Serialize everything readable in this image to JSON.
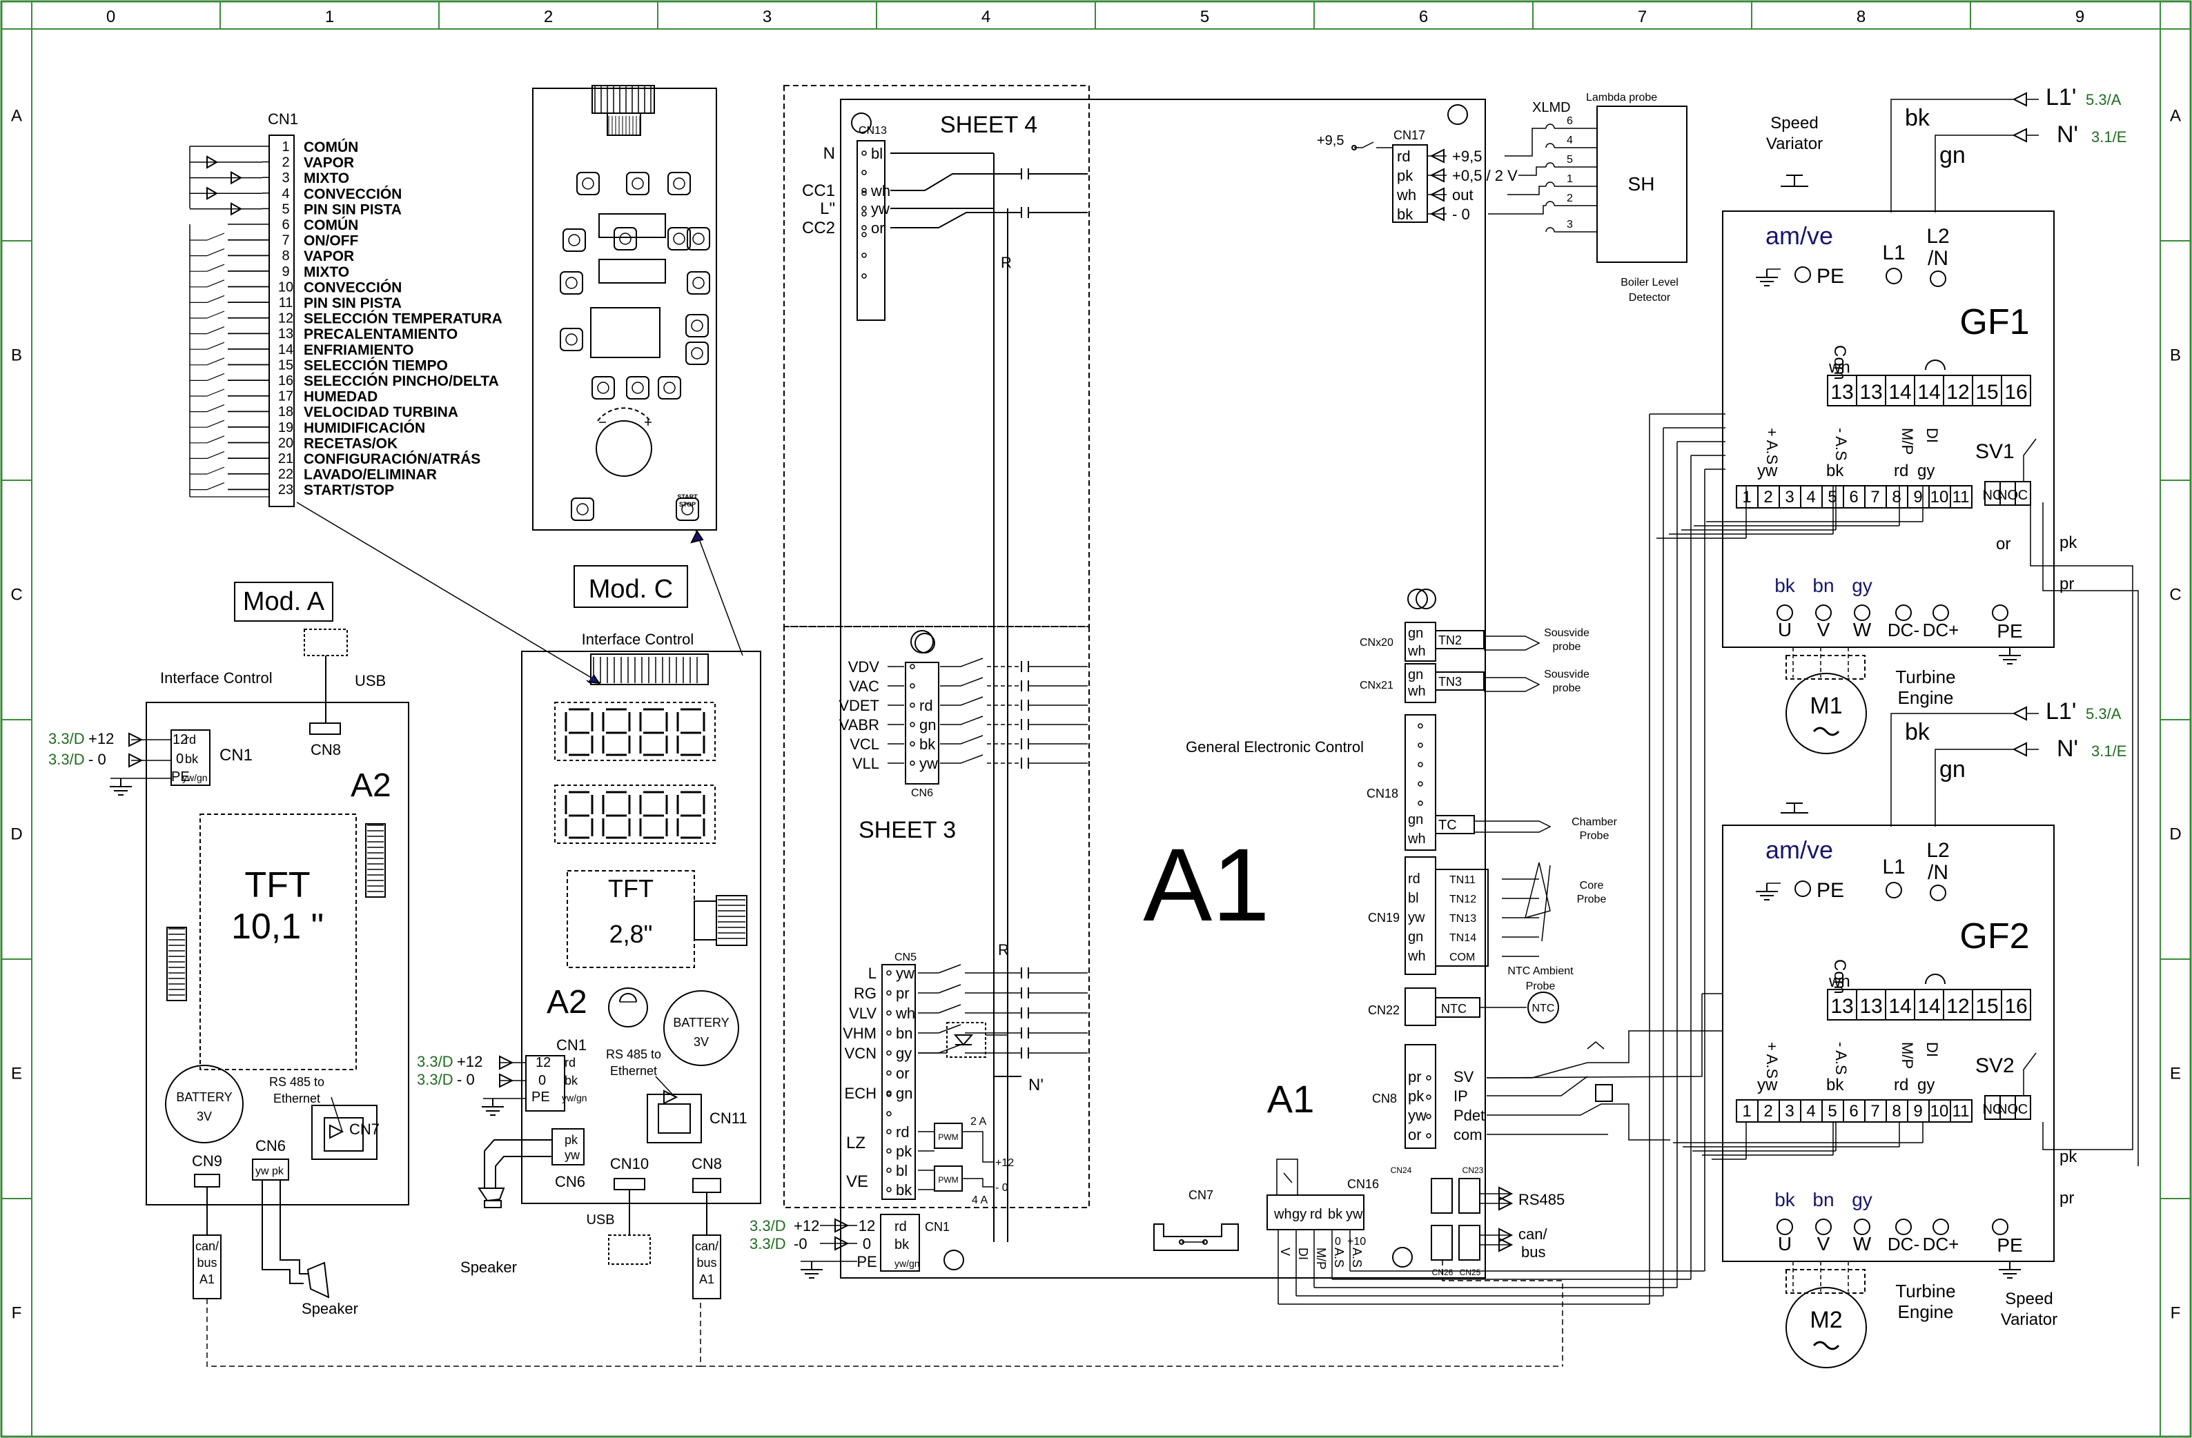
{
  "frame": {
    "cols": [
      "0",
      "1",
      "2",
      "3",
      "4",
      "5",
      "6",
      "7",
      "8",
      "9"
    ],
    "rows": [
      "A",
      "B",
      "C",
      "D",
      "E",
      "F"
    ]
  },
  "left_panel": {
    "cn1_title": "CN1",
    "pins": [
      {
        "n": "1",
        "label": "COMÚN"
      },
      {
        "n": "2",
        "label": "VAPOR"
      },
      {
        "n": "3",
        "label": "MIXTO"
      },
      {
        "n": "4",
        "label": "CONVECCIÓN"
      },
      {
        "n": "5",
        "label": "PIN SIN PISTA"
      },
      {
        "n": "6",
        "label": "COMÚN"
      },
      {
        "n": "7",
        "label": "ON/OFF"
      },
      {
        "n": "8",
        "label": "VAPOR"
      },
      {
        "n": "9",
        "label": "MIXTO"
      },
      {
        "n": "10",
        "label": "CONVECCIÓN"
      },
      {
        "n": "11",
        "label": "PIN SIN PISTA"
      },
      {
        "n": "12",
        "label": "SELECCIÓN TEMPERATURA"
      },
      {
        "n": "13",
        "label": "PRECALENTAMIENTO"
      },
      {
        "n": "14",
        "label": "ENFRIAMIENTO"
      },
      {
        "n": "15",
        "label": "SELECCIÓN TIEMPO"
      },
      {
        "n": "16",
        "label": "SELECCIÓN PINCHO/DELTA"
      },
      {
        "n": "17",
        "label": "HUMEDAD"
      },
      {
        "n": "18",
        "label": "VELOCIDAD TURBINA"
      },
      {
        "n": "19",
        "label": "HUMIDIFICACIÓN"
      },
      {
        "n": "20",
        "label": "RECETAS/OK"
      },
      {
        "n": "21",
        "label": "CONFIGURACIÓN/ATRÁS"
      },
      {
        "n": "22",
        "label": "LAVADO/ELIMINAR"
      },
      {
        "n": "23",
        "label": "START/STOP"
      }
    ]
  },
  "mod_a": {
    "tag": "Mod. A",
    "caption": "Interface Control",
    "usb": "USB",
    "cn8": "CN8",
    "cn1": "CN1",
    "pin12": "12",
    "pin0": "0",
    "pe": "PE",
    "rd": "rd",
    "bk": "bk",
    "ywgn": "yw/gn",
    "feed_12": "3.3/D",
    "feed_12_sign": "+12",
    "feed_0": "3.3/D",
    "feed_0_sign": "-  0",
    "board": "A2",
    "tft_l1": "TFT",
    "tft_l2": "10,1 \"",
    "battery_l1": "BATTERY",
    "battery_l2": "3V",
    "rs485_l1": "RS 485 to",
    "rs485_l2": "Ethernet",
    "cn7": "CN7",
    "cn9": "CN9",
    "cn6": "CN6",
    "yw": "yw",
    "pk": "pk",
    "canbus_l1": "can/",
    "canbus_l2": "bus",
    "canbus_l3": "A1",
    "speaker": "Speaker"
  },
  "mod_c": {
    "tag": "Mod. C",
    "caption": "Interface Control",
    "board": "A2",
    "tft_l1": "TFT",
    "tft_l2": "2,8\"",
    "battery_l1": "BATTERY",
    "battery_l2": "3V",
    "cn1": "CN1",
    "pin12": "12",
    "pin0": "0",
    "pe": "PE",
    "rd": "rd",
    "bk": "bk",
    "ywgn": "yw/gn",
    "feed_12": "3.3/D",
    "feed_12_sign": "+12",
    "feed_0": "3.3/D",
    "feed_0_sign": "-  0",
    "rs485_l1": "RS 485 to",
    "rs485_l2": "Ethernet",
    "cn11": "CN11",
    "cn6": "CN6",
    "cn10": "CN10",
    "cn8": "CN8",
    "pk": "pk",
    "yw": "yw",
    "usb": "USB",
    "canbus_l1": "can/",
    "canbus_l2": "bus",
    "canbus_l3": "A1",
    "speaker": "Speaker",
    "stop_l1": "START",
    "stop_l2": "STOP"
  },
  "main_board": {
    "sheet4": "SHEET 4",
    "sheet3": "SHEET 3",
    "big_label": "A1",
    "small_label": "A1",
    "gec": "General Electronic Control",
    "cn13": "CN13",
    "cn13_pins": [
      {
        "lbl": "N",
        "wire": "bl"
      },
      {
        "lbl": "CC1",
        "wire": "wh"
      },
      {
        "lbl": "L\"",
        "wire": "yw"
      },
      {
        "lbl": "CC2",
        "wire": "or"
      }
    ],
    "r_top": "R",
    "r_bot": "R",
    "cn6": "CN6",
    "cn6_pins": [
      {
        "lbl": "VDV",
        "wire": ""
      },
      {
        "lbl": "VAC",
        "wire": ""
      },
      {
        "lbl": "VDET",
        "wire": "rd"
      },
      {
        "lbl": "VABR",
        "wire": "gn"
      },
      {
        "lbl": "VCL",
        "wire": "bk"
      },
      {
        "lbl": "VLL",
        "wire": "yw"
      }
    ],
    "cn5": "CN5",
    "cn5_pins": [
      {
        "lbl": "L",
        "wire": "yw"
      },
      {
        "lbl": "RG",
        "wire": "pr"
      },
      {
        "lbl": "VLV",
        "wire": "wh"
      },
      {
        "lbl": "VHM",
        "wire": "bn"
      },
      {
        "lbl": "VCN",
        "wire": "gy"
      },
      {
        "lbl": "",
        "wire": "or"
      },
      {
        "lbl": "ECH",
        "wire": "gn"
      }
    ],
    "n_prime": "N'",
    "lz": "LZ",
    "ve": "VE",
    "lzve_wires": [
      "rd",
      "pk",
      "bl",
      "bk"
    ],
    "pwm": "PWM",
    "amp2": "2 A",
    "amp4": "4 A",
    "plus12": "+12",
    "minus0": "-  0",
    "cn1": "CN1",
    "cn1_pins": [
      {
        "n": "12",
        "wire": "rd",
        "feed": "3.3/D",
        "sign": "+12"
      },
      {
        "n": "0",
        "wire": "bk",
        "feed": "3.3/D",
        "sign": "-0"
      },
      {
        "n": "PE",
        "wire": "yw/gn",
        "feed": "",
        "sign": ""
      }
    ],
    "cn7": "CN7",
    "cn16": "CN16",
    "cn16_wires": [
      "wh",
      "gy",
      "rd",
      "bk",
      "yw"
    ],
    "cn16_pins": [
      "V",
      "DI",
      "M/P",
      "A.S",
      "A.S"
    ],
    "cn16_vals": [
      "0",
      "+10"
    ],
    "cn24": "CN24",
    "cn23": "CN23",
    "cn26": "CN26",
    "cn25": "CN25",
    "rs485": "RS485",
    "canbus_l1": "can/",
    "canbus_l2": "bus",
    "cn17": "CN17",
    "cn17_in": "+9,5",
    "cn17_pins": [
      {
        "wire": "rd",
        "val": "+9,5"
      },
      {
        "wire": "pk",
        "val": "+0,5 / 2 V"
      },
      {
        "wire": "wh",
        "val": "out"
      },
      {
        "wire": "bk",
        "val": "- 0"
      }
    ],
    "xlmd": "XLMD",
    "lambda": "Lambda probe",
    "sh": "SH",
    "boiler_l1": "Boiler Level",
    "boiler_l2": "Detector",
    "xlmd_nums": [
      "6",
      "4",
      "5",
      "1",
      "2",
      "3"
    ],
    "cnx20": "CNx20",
    "cnx21": "CNx21",
    "tn2": "TN2",
    "tn3": "TN3",
    "sv_probe_l1": "Sousvide",
    "sv_probe_l2": "probe",
    "cn18": "CN18",
    "tc": "TC",
    "chamber_l1": "Chamber",
    "chamber_l2": "Probe",
    "cn19": "CN19",
    "cn19_wires": [
      "rd",
      "bl",
      "yw",
      "gn",
      "wh"
    ],
    "cn19_tn": [
      "TN11",
      "TN12",
      "TN13",
      "TN14",
      "COM"
    ],
    "core_l1": "Core",
    "core_l2": "Probe",
    "ntc_amb_l1": "NTC Ambient",
    "ntc_amb_l2": "Probe",
    "cn22": "CN22",
    "ntc": "NTC",
    "cn8": "CN8",
    "cn8_wires": [
      "pr",
      "pk",
      "yw",
      "or"
    ],
    "cn8_sig": [
      "SV",
      "IP",
      "Pdet",
      "com"
    ],
    "gn": "gn",
    "wh": "wh"
  },
  "gf_units": [
    {
      "name": "GF1",
      "l1_in": "L1'",
      "l1_ref": "5.3/A",
      "n_in": "N'",
      "n_ref": "3.1/E",
      "speed_l1": "Speed",
      "speed_l2": "Variator",
      "bk": "bk",
      "gn": "gn",
      "amve": "am/ve",
      "pe": "PE",
      "l1": "L1",
      "l2": "L2",
      "l2n": "/N",
      "com": "Com",
      "wh": "wh",
      "top_term": [
        "13",
        "13",
        "14",
        "14",
        "12",
        "15",
        "16"
      ],
      "sig_top": [
        "+ A.S",
        "- A.S",
        "M/P",
        "DI"
      ],
      "sig_wire": [
        "yw",
        "bk",
        "rd",
        "gy"
      ],
      "sv": "SV1",
      "bot_term": [
        "1",
        "2",
        "3",
        "4",
        "5",
        "6",
        "7",
        "8",
        "9",
        "10",
        "11"
      ],
      "relay": [
        "NC",
        "NO",
        "C"
      ],
      "or": "or",
      "pk": "pk",
      "pr": "pr",
      "out_wire": [
        "bk",
        "bn",
        "gy"
      ],
      "out_term": [
        "U",
        "V",
        "W",
        "DC-",
        "DC+"
      ],
      "motor": "M1",
      "turbine_l1": "Turbine",
      "turbine_l2": "Engine"
    },
    {
      "name": "GF2",
      "l1_in": "L1'",
      "l1_ref": "5.3/A",
      "n_in": "N'",
      "n_ref": "3.1/E",
      "speed_l1": "Speed",
      "speed_l2": "Variator",
      "bk": "bk",
      "gn": "gn",
      "amve": "am/ve",
      "pe": "PE",
      "l1": "L1",
      "l2": "L2",
      "l2n": "/N",
      "com": "Com",
      "wh": "wh",
      "top_term": [
        "13",
        "13",
        "14",
        "14",
        "12",
        "15",
        "16"
      ],
      "sig_top": [
        "+ A.S",
        "- A.S",
        "M/P",
        "DI"
      ],
      "sig_wire": [
        "yw",
        "bk",
        "rd",
        "gy"
      ],
      "sv": "SV2",
      "bot_term": [
        "1",
        "2",
        "3",
        "4",
        "5",
        "6",
        "7",
        "8",
        "9",
        "10",
        "11"
      ],
      "relay": [
        "NC",
        "NO",
        "C"
      ],
      "or": "",
      "pk": "pk",
      "pr": "pr",
      "out_wire": [
        "bk",
        "bn",
        "gy"
      ],
      "out_term": [
        "U",
        "V",
        "W",
        "DC-",
        "DC+"
      ],
      "motor": "M2",
      "turbine_l1": "Turbine",
      "turbine_l2": "Engine"
    }
  ],
  "colors": {
    "ink": "#000000",
    "ref_green": "#1f6b1f",
    "label_navy": "#16166e",
    "frame_green": "#3a8a3a"
  }
}
